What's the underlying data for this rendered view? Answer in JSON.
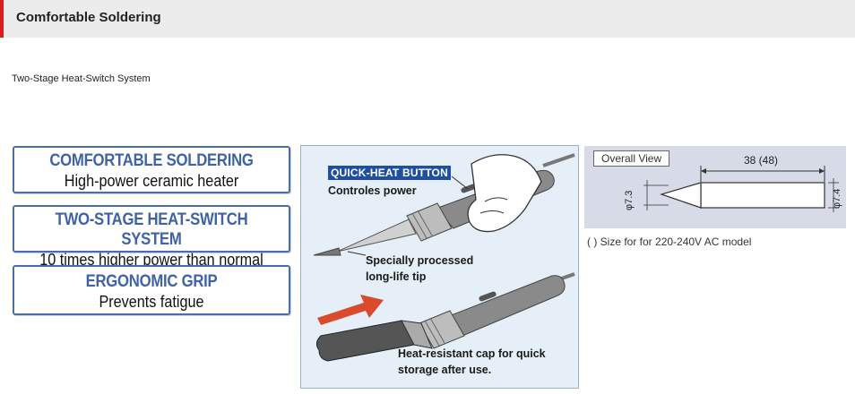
{
  "header": {
    "title": "Comfortable Soldering",
    "accent_color": "#d6201f"
  },
  "subtitle": "Two-Stage Heat-Switch System",
  "features": [
    {
      "title": "COMFORTABLE SOLDERING",
      "subtitle": "High-power ceramic heater"
    },
    {
      "title": "TWO-STAGE HEAT-SWITCH SYSTEM",
      "subtitle": "10 times higher power than normal"
    },
    {
      "title": "ERGONOMIC GRIP",
      "subtitle": "Prevents fatigue"
    }
  ],
  "illustration": {
    "quick_heat_label": "QUICK-HEAT BUTTON",
    "controls_label": "Controles power",
    "tip_label_1": "Specially processed",
    "tip_label_2": "long-life tip",
    "cap_label_1": "Heat-resistant cap for quick",
    "cap_label_2": "storage after use.",
    "arrow_color": "#d94b2b"
  },
  "overall_view": {
    "tag": "Overall View",
    "length": "38 (48)",
    "diameter_left": "φ7.3",
    "diameter_right": "φ7.4",
    "note": "( ) Size for for 220-240V AC model"
  }
}
